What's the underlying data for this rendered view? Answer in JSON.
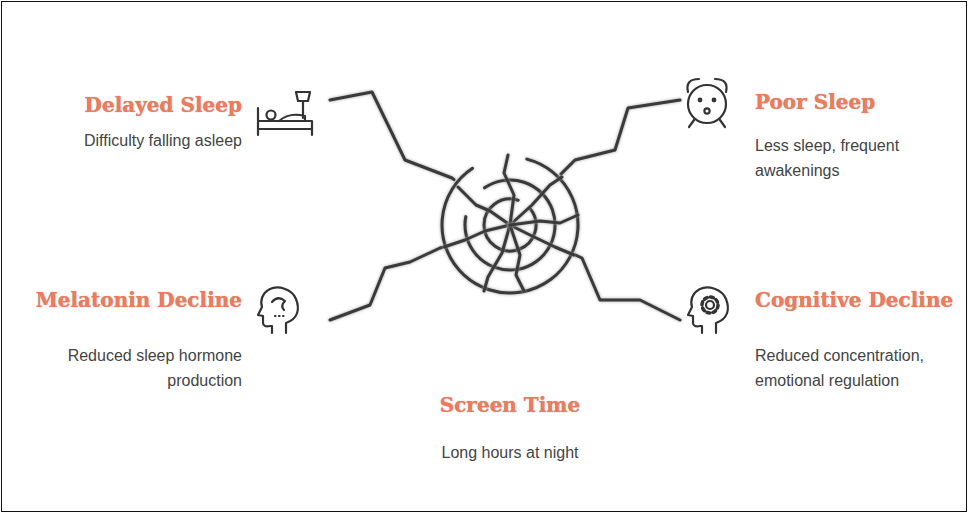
{
  "diagram": {
    "nodes": [
      {
        "text": [
          "Delayed Sleep",
          "Difficulty falling asleep"
        ]
      },
      {
        "text": [
          "Poor Sleep",
          "Less sleep, frequent awakenings"
        ]
      },
      {
        "text": [
          "Melatonin Decline",
          "Reduced sleep hormone production"
        ]
      },
      {
        "text": [
          "Cognitive Decline",
          "Reduced concentration, emotional regulation"
        ]
      },
      {
        "text": [
          "Screen Time",
          "Long hours at night"
        ]
      }
    ],
    "edges": [
      {
        "from": 4,
        "to": 0,
        "arrow": "none"
      },
      {
        "from": 4,
        "to": 1,
        "arrow": "none"
      },
      {
        "from": 4,
        "to": 2,
        "arrow": "none"
      },
      {
        "from": 4,
        "to": 3,
        "arrow": "none"
      }
    ]
  }
}
